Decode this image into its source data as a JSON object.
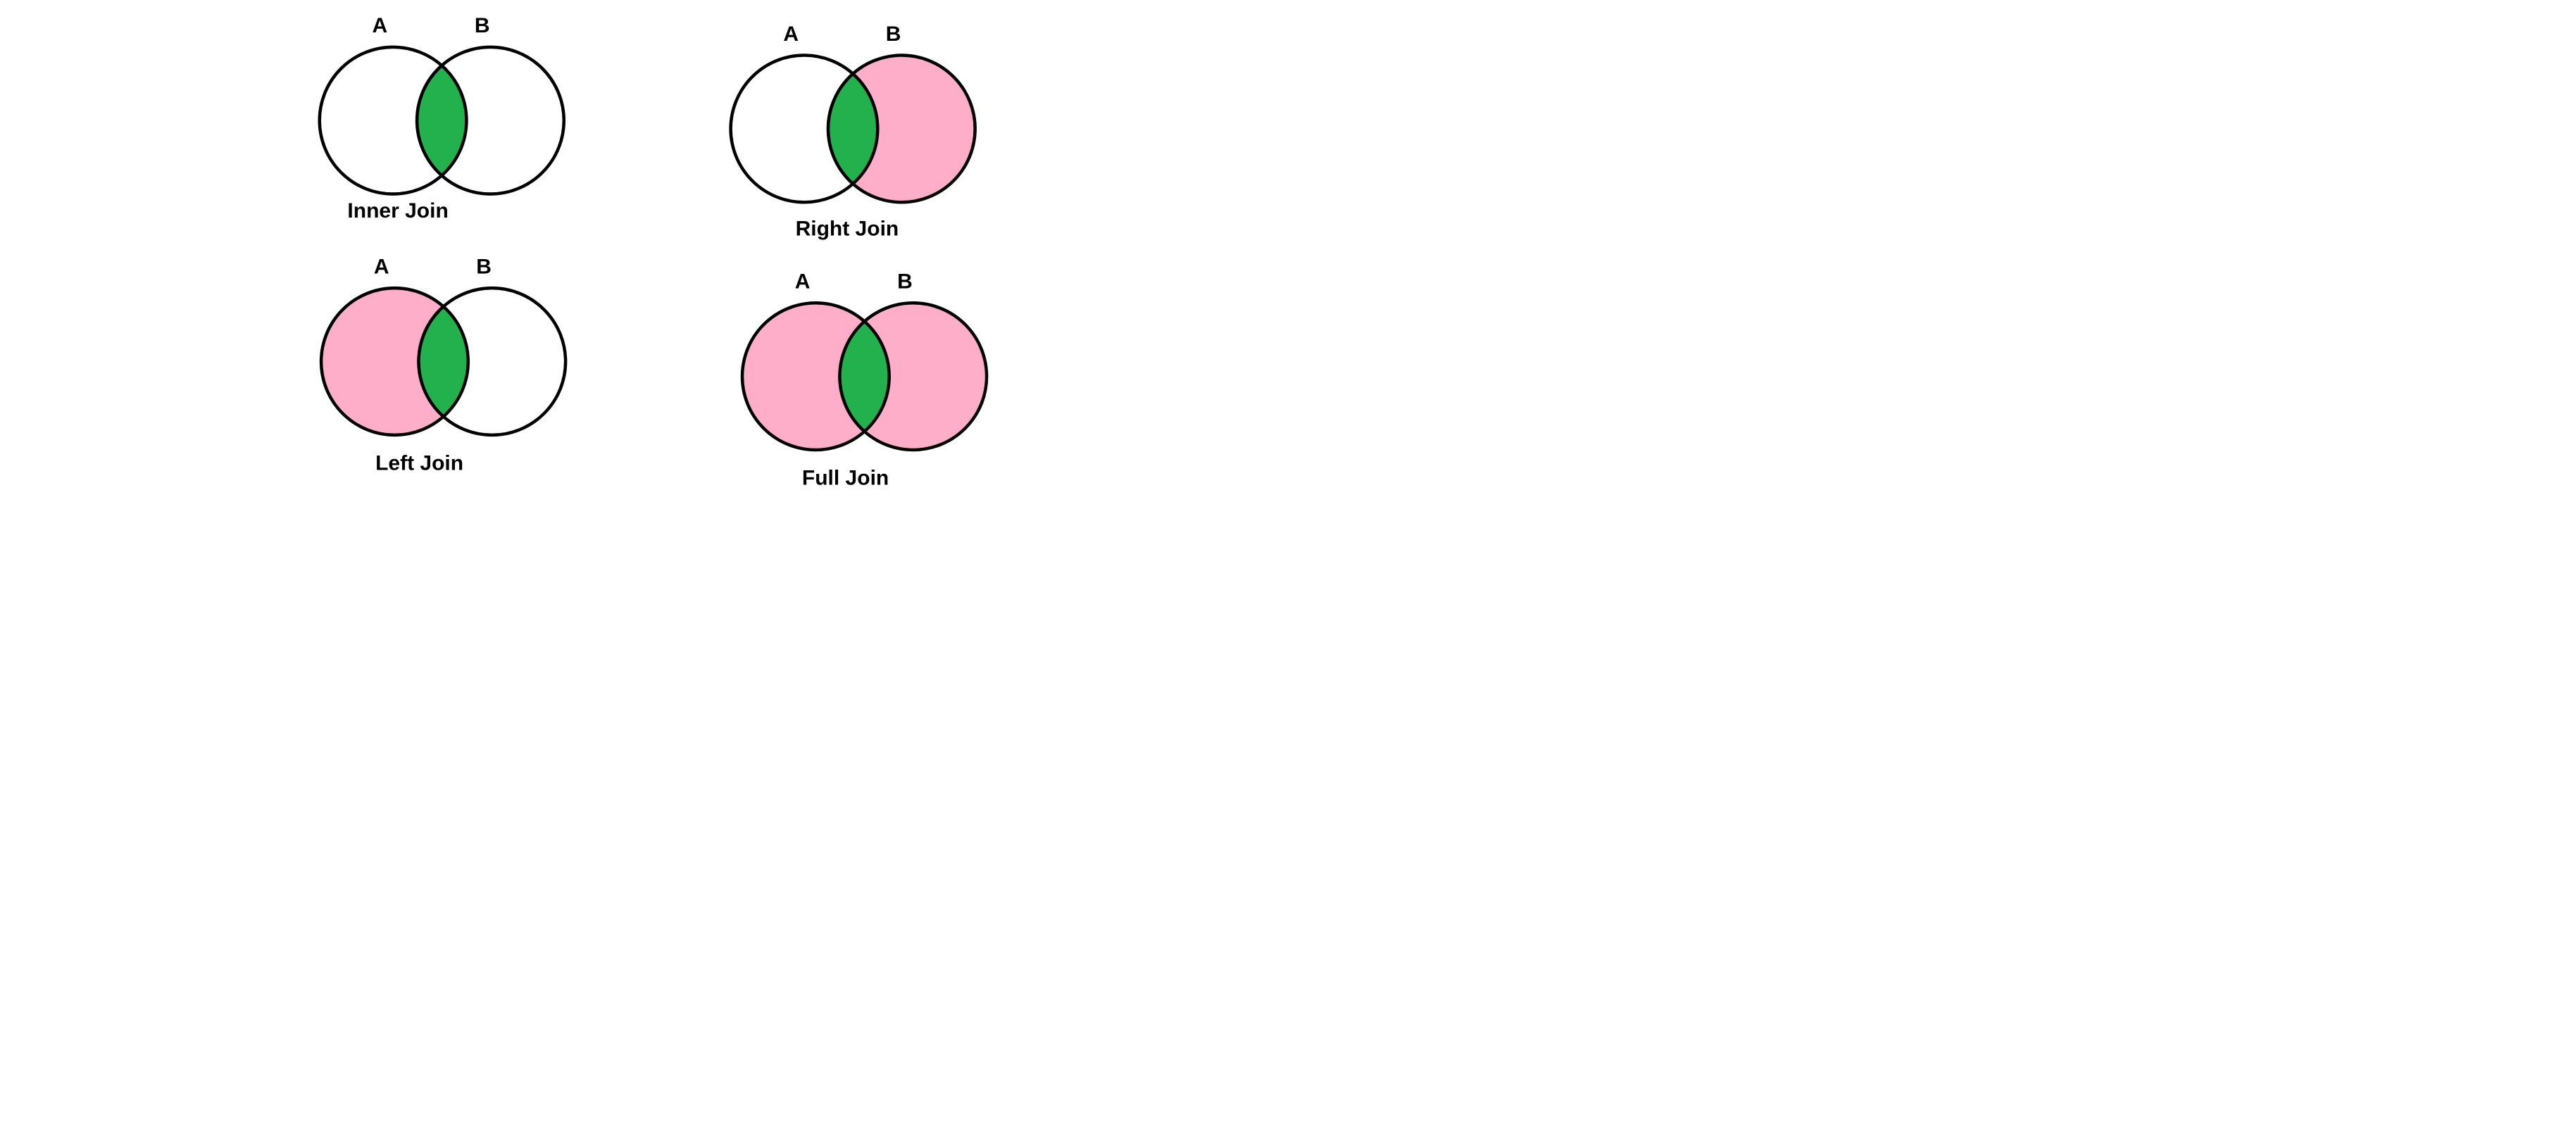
{
  "colors": {
    "background": "#ffffff",
    "outline": "#000000",
    "included": "#ffaec9",
    "intersection": "#22b14c"
  },
  "diagrams": [
    {
      "id": "inner",
      "caption": "Inner Join",
      "label_a": "A",
      "label_b": "B",
      "fill_a": false,
      "fill_b": false
    },
    {
      "id": "right",
      "caption": "Right Join",
      "label_a": "A",
      "label_b": "B",
      "fill_a": false,
      "fill_b": true
    },
    {
      "id": "left",
      "caption": "Left Join",
      "label_a": "A",
      "label_b": "B",
      "fill_a": true,
      "fill_b": false
    },
    {
      "id": "full",
      "caption": "Full Join",
      "label_a": "A",
      "label_b": "B",
      "fill_a": true,
      "fill_b": true
    }
  ]
}
